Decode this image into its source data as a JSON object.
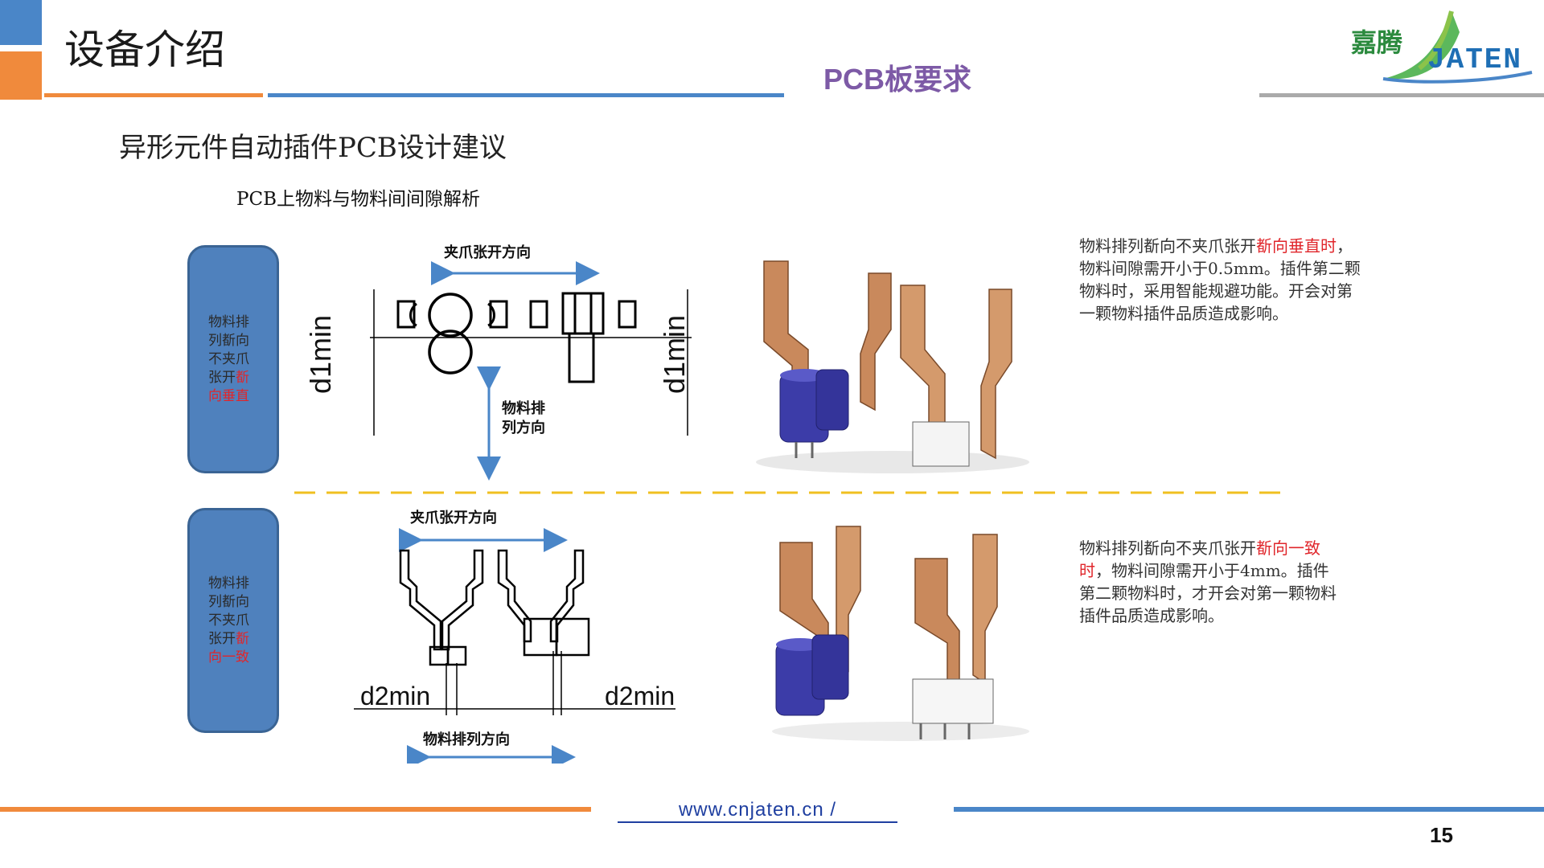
{
  "header": {
    "title": "设备介绍",
    "subtitle": "PCB板要求",
    "logo_cn": "嘉腾",
    "logo_en": "JATEN"
  },
  "section_title": "异形元件自动插件PCB设计建议",
  "sub_title": "PCB上物料与物料间间隙解析",
  "top": {
    "side_text": [
      "物料排",
      "列斱向",
      "不夹爪",
      "张开",
      "斱",
      "向垂直"
    ],
    "arrow_label": "夹爪张开方向",
    "material_label_1": "物料排",
    "material_label_2": "列方向",
    "dim_left": "d1min",
    "dim_right": "d1min",
    "desc_a": "物料排列斱向不夹爪张开",
    "desc_b": "斱向垂直",
    "desc_c": "时",
    "desc_d": "，物料间隙需开小于0.5mm。插件第二颗物料时，采用智能规避功能。开会对第一颗物料插件品质造成影响。"
  },
  "bottom": {
    "side_text": [
      "物料排",
      "列斱向",
      "不夹爪",
      "张开",
      "斱",
      "向一致"
    ],
    "arrow_label": "夹爪张开方向",
    "material_label": "物料排列方向",
    "dim_left": "d2min",
    "dim_right": "d2min",
    "desc_a": "物料排列斱向不夹爪张开",
    "desc_b": "斱向一致时",
    "desc_c": "，物料间隙需开小于4mm。插件第二颗物料时，才开会对第一颗物料插件品质造成影响。"
  },
  "footer": {
    "url": "www.cnjaten.cn   /",
    "page_number": "15"
  },
  "colors": {
    "blue": "#4a86c8",
    "orange": "#f08a3c",
    "purple": "#7d5aa6",
    "gray": "#aaaaaa",
    "copper": "#c9895c",
    "capacitor": "#3c3ca8",
    "dash": "#f0c020"
  }
}
